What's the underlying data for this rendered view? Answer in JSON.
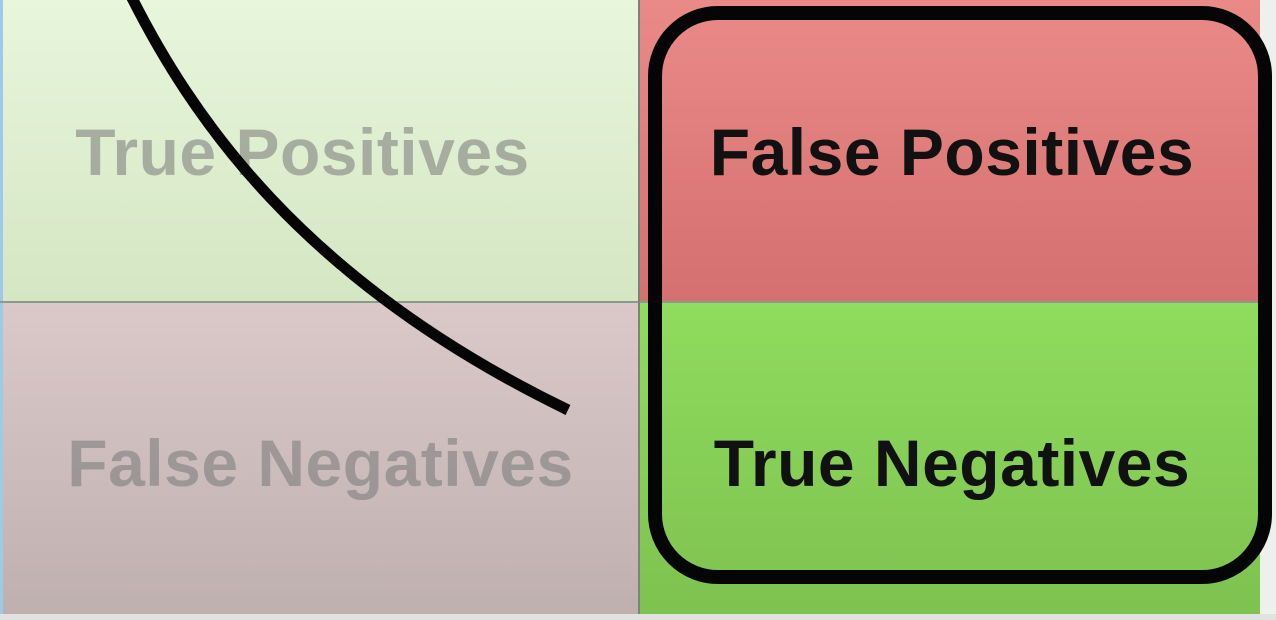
{
  "cells": {
    "true_positives": {
      "label": "True Positives",
      "emphasis": "faded",
      "color": "#e8f6dc"
    },
    "false_positives": {
      "label": "False Positives",
      "emphasis": "strong",
      "color": "#ea8a88"
    },
    "false_negatives": {
      "label": "False Negatives",
      "emphasis": "faded",
      "color": "#dbc9c9"
    },
    "true_negatives": {
      "label": "True Negatives",
      "emphasis": "strong",
      "color": "#8fdc5e"
    }
  },
  "highlight": {
    "target": "right-column",
    "color": "#050505"
  },
  "curve": {
    "color": "#050505"
  }
}
